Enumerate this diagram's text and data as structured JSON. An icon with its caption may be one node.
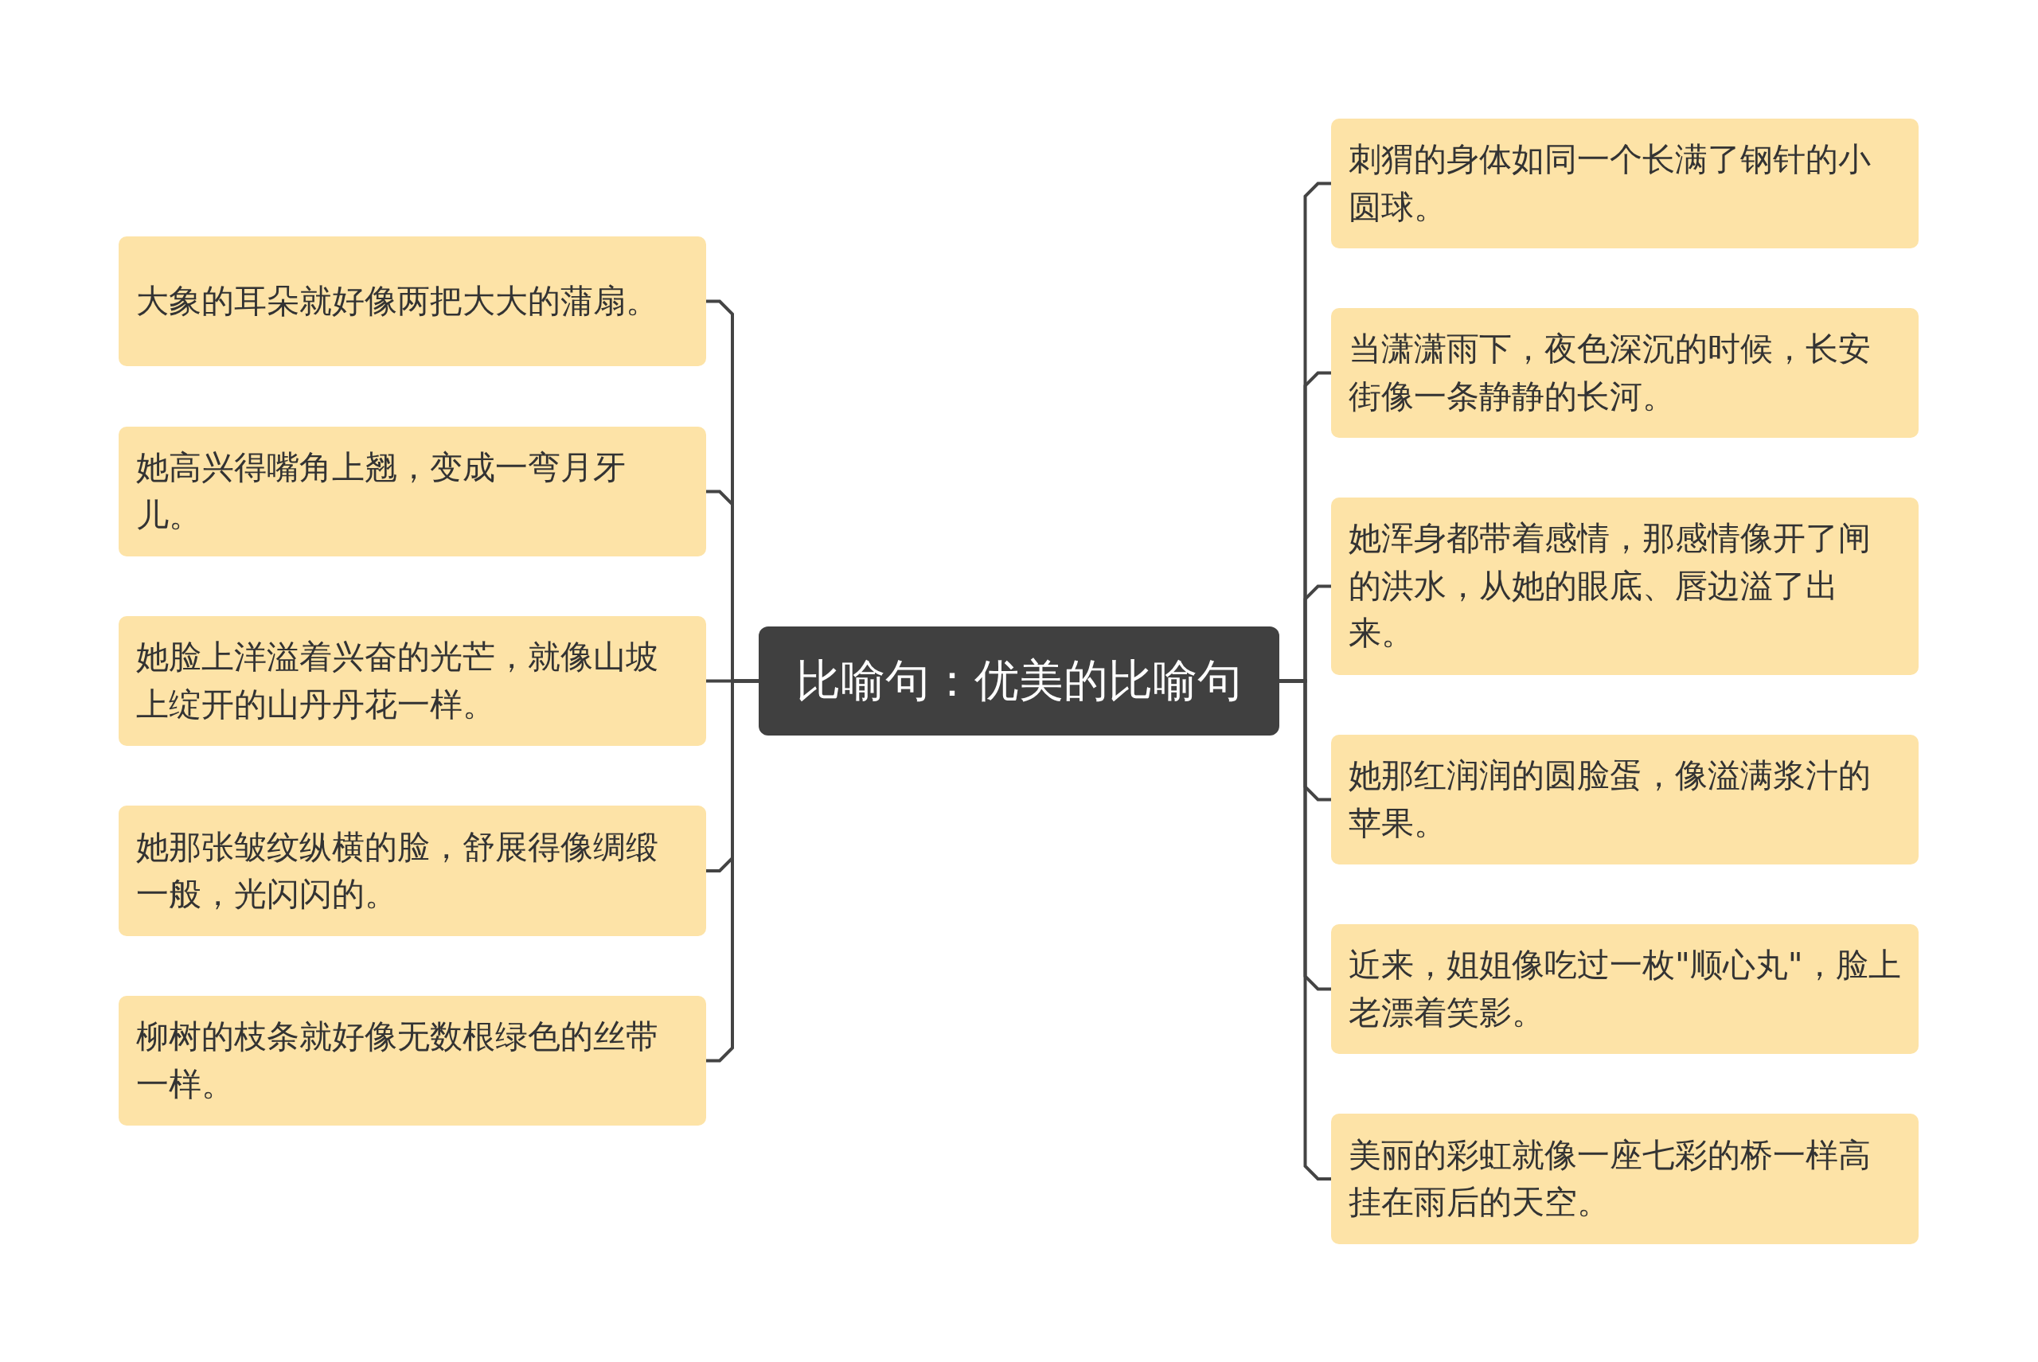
{
  "diagram": {
    "nodes": [
      {
        "text": [
          "比喻句：优美的比喻句"
        ]
      },
      {
        "text": [
          "大象的耳朵就好像两把大大的蒲扇。"
        ]
      },
      {
        "text": [
          "她高兴得嘴角上翘，变成一弯月牙儿。"
        ]
      },
      {
        "text": [
          "她脸上洋溢着兴奋的光芒，就像山坡上绽开的山丹丹花一样。"
        ]
      },
      {
        "text": [
          "她那张皱纹纵横的脸，舒展得像绸缎一般，光闪闪的。"
        ]
      },
      {
        "text": [
          "柳树的枝条就好像无数根绿色的丝带一样。"
        ]
      },
      {
        "text": [
          "刺猬的身体如同一个长满了钢针的小圆球。"
        ]
      },
      {
        "text": [
          "当潇潇雨下，夜色深沉的时候，长安街像一条静静的长河。"
        ]
      },
      {
        "text": [
          "她浑身都带着感情，那感情像开了闸的洪水，从她的眼底、唇边溢了出来。"
        ]
      },
      {
        "text": [
          "她那红润润的圆脸蛋，像溢满浆汁的苹果。"
        ]
      },
      {
        "text": [
          "近来，姐姐像吃过一枚\"顺心丸\"，脸上老漂着笑影。"
        ]
      },
      {
        "text": [
          "美丽的彩虹就像一座七彩的桥一样高挂在雨后的天空。"
        ]
      }
    ],
    "edges": [
      {
        "from": 0,
        "to": 1,
        "arrow": "none"
      },
      {
        "from": 0,
        "to": 2,
        "arrow": "none"
      },
      {
        "from": 0,
        "to": 3,
        "arrow": "none"
      },
      {
        "from": 0,
        "to": 4,
        "arrow": "none"
      },
      {
        "from": 0,
        "to": 5,
        "arrow": "none"
      },
      {
        "from": 0,
        "to": 6,
        "arrow": "none"
      },
      {
        "from": 0,
        "to": 7,
        "arrow": "none"
      },
      {
        "from": 0,
        "to": 8,
        "arrow": "none"
      },
      {
        "from": 0,
        "to": 9,
        "arrow": "none"
      },
      {
        "from": 0,
        "to": 10,
        "arrow": "none"
      },
      {
        "from": 0,
        "to": 11,
        "arrow": "none"
      }
    ]
  }
}
